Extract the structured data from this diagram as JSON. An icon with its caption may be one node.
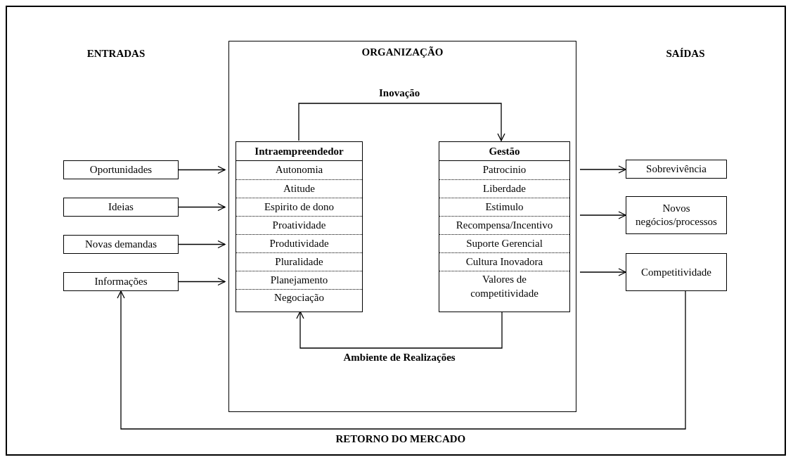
{
  "diagram": {
    "nodes": [
      {
        "text": [
          "ORGANIZAÇÃO"
        ]
      },
      {
        "text": [
          "Intraempreendedor",
          "Autonomia",
          "Atitude",
          "Espirito de dono",
          "Proatividade",
          "Produtividade",
          "Pluralidade",
          "Planejamento",
          "Negociação"
        ],
        "in": 0
      },
      {
        "text": [
          "Gestão",
          "Patrocinio",
          "Liberdade",
          "Estimulo",
          "Recompensa/Incentivo",
          "Suporte Gerencial",
          "Cultura Inovadora",
          "Valores de competitividade"
        ],
        "in": 0
      },
      {
        "text": [
          "Oportunidades"
        ]
      },
      {
        "text": [
          "Ideias"
        ]
      },
      {
        "text": [
          "Novas demandas"
        ]
      },
      {
        "text": [
          "Informações"
        ]
      },
      {
        "text": [
          "Sobrevivência"
        ]
      },
      {
        "text": [
          "Novos negócios/processos"
        ]
      },
      {
        "text": [
          "Competitividade"
        ]
      }
    ],
    "edges": [
      {
        "from": 3,
        "to": 0,
        "arrow": "to"
      },
      {
        "from": 4,
        "to": 0,
        "arrow": "to"
      },
      {
        "from": 5,
        "to": 0,
        "arrow": "to"
      },
      {
        "from": 6,
        "to": 0,
        "arrow": "to"
      },
      {
        "from": 0,
        "to": 7,
        "arrow": "to"
      },
      {
        "from": 0,
        "to": 8,
        "arrow": "to"
      },
      {
        "from": 0,
        "to": 9,
        "arrow": "to"
      },
      {
        "from": 1,
        "to": 2,
        "arrow": "to",
        "label": "Inovação"
      },
      {
        "from": 2,
        "to": 1,
        "arrow": "to",
        "label": "Ambiente de Realizações"
      },
      {
        "from": 9,
        "to": 6,
        "arrow": "to",
        "label": "RETORNO DO MERCADO"
      }
    ],
    "labels": [
      "ENTRADAS",
      "SAÍDAS"
    ]
  }
}
